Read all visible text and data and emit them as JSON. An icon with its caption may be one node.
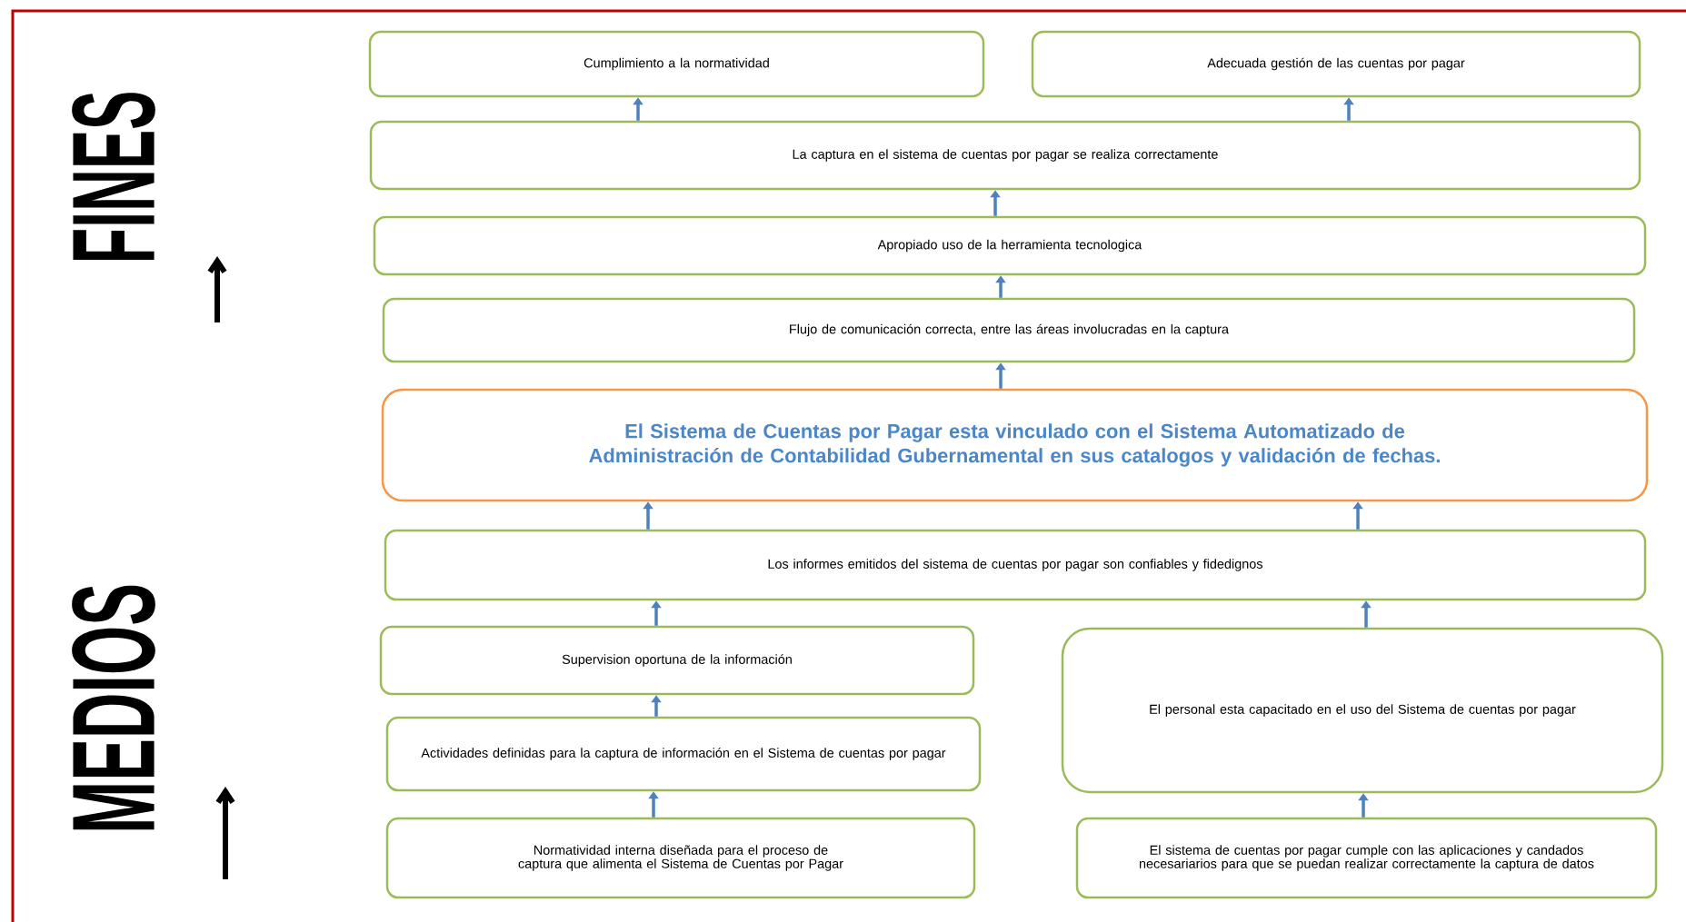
{
  "diagram": {
    "nodes": [
      {
        "text": [
          "Cumplimiento a la normatividad"
        ]
      },
      {
        "text": [
          "Adecuada  gestión de las cuentas por pagar"
        ]
      },
      {
        "text": [
          "La captura en el sistema de cuentas por pagar se realiza correctamente"
        ]
      },
      {
        "text": [
          "Apropiado uso de la herramienta tecnologica"
        ]
      },
      {
        "text": [
          "Flujo de comunicación correcta, entre las áreas involucradas en la captura"
        ]
      },
      {
        "text": [
          "El Sistema de Cuentas por Pagar esta vinculado con el Sistema Automatizado de Administración de Contabilidad Gubernamental en sus catalogos y validación de fechas."
        ]
      },
      {
        "text": [
          "Los informes emitidos del sistema de cuentas por pagar son confiables y fidedignos"
        ]
      },
      {
        "text": [
          "Supervision oportuna de la información"
        ]
      },
      {
        "text": [
          "El personal esta capacitado en el uso del Sistema de cuentas por pagar"
        ]
      },
      {
        "text": [
          "Actividades definidas para la captura de información en el Sistema de cuentas por pagar"
        ]
      },
      {
        "text": [
          "Normatividad interna diseñada para el proceso de captura que alimenta el Sistema de Cuentas por Pagar"
        ]
      },
      {
        "text": [
          "El sistema de cuentas por pagar cumple con las aplicaciones y  candados necesariarios para que se puedan realizar correctamente la captura de datos"
        ]
      }
    ],
    "edges": [
      {
        "from": 10,
        "to": 9,
        "arrow": "to"
      },
      {
        "from": 9,
        "to": 7,
        "arrow": "to"
      },
      {
        "from": 7,
        "to": 6,
        "arrow": "to"
      },
      {
        "from": 11,
        "to": 8,
        "arrow": "to"
      },
      {
        "from": 8,
        "to": 6,
        "arrow": "to"
      },
      {
        "from": 6,
        "to": 5,
        "arrow": "to"
      },
      {
        "from": 6,
        "to": 5,
        "arrow": "to"
      },
      {
        "from": 5,
        "to": 4,
        "arrow": "to"
      },
      {
        "from": 4,
        "to": 3,
        "arrow": "to"
      },
      {
        "from": 3,
        "to": 2,
        "arrow": "to"
      },
      {
        "from": 2,
        "to": 0,
        "arrow": "to"
      },
      {
        "from": 2,
        "to": 1,
        "arrow": "to"
      }
    ],
    "labels": [
      "FINES",
      "MEDIOS"
    ]
  }
}
